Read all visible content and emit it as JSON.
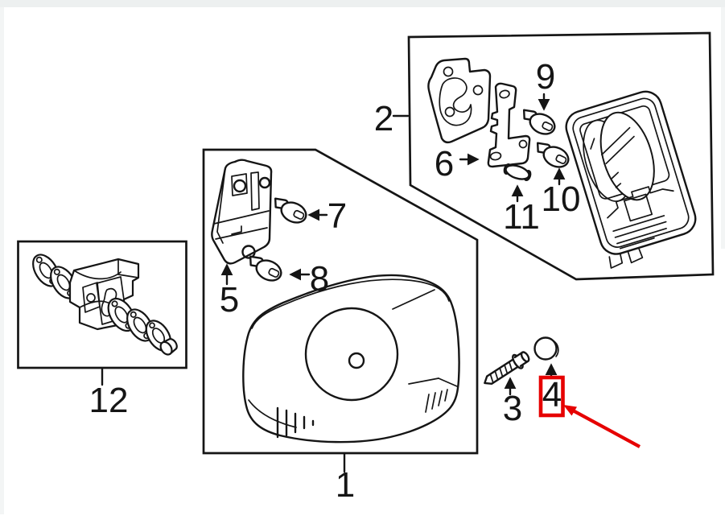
{
  "diagram": {
    "parts": [
      {
        "label": "1"
      },
      {
        "label": "2"
      },
      {
        "label": "3"
      },
      {
        "label": "4"
      },
      {
        "label": "5"
      },
      {
        "label": "6"
      },
      {
        "label": "7"
      },
      {
        "label": "8"
      },
      {
        "label": "9"
      },
      {
        "label": "10"
      },
      {
        "label": "11"
      },
      {
        "label": "12"
      }
    ],
    "highlight": {
      "part_label": "4",
      "color": "#e60000"
    },
    "colors": {
      "line": "#151515",
      "canvas": "#ffffff",
      "page_edge": "#edf0f0"
    }
  }
}
